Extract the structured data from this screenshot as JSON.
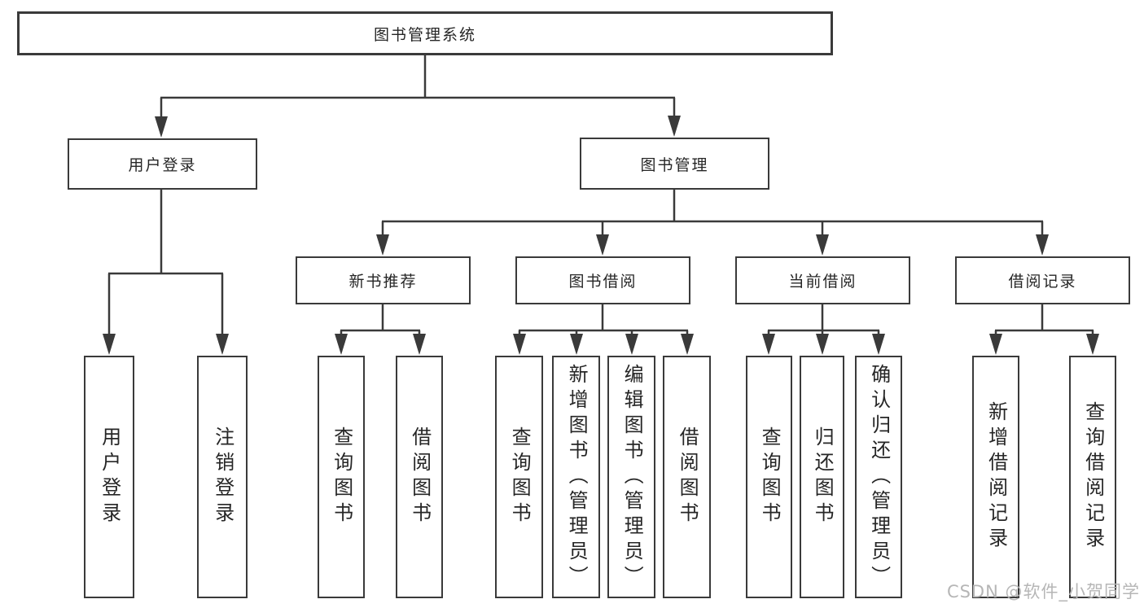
{
  "diagram": {
    "root": "图书管理系统",
    "branches": {
      "user_login": {
        "label": "用户登录",
        "children": [
          "用户登录",
          "注销登录"
        ]
      },
      "book_management": {
        "label": "图书管理",
        "sections": {
          "new_books": {
            "label": "新书推荐",
            "children": [
              "查询图书",
              "借阅图书"
            ]
          },
          "book_borrow": {
            "label": "图书借阅",
            "children": [
              "查询图书",
              "新增图书（管理员）",
              "编辑图书（管理员）",
              "借阅图书"
            ]
          },
          "current_borrow": {
            "label": "当前借阅",
            "children": [
              "查询图书",
              "归还图书",
              "确认归还（管理员）"
            ]
          },
          "borrow_records": {
            "label": "借阅记录",
            "children": [
              "新增借阅记录",
              "查询借阅记录"
            ]
          }
        }
      }
    }
  },
  "watermark": "CSDN @软件_小贺同学",
  "colors": {
    "line": "#3a3a3a",
    "text": "#262626",
    "watermark": "#b6b6b6",
    "background": "#ffffff"
  }
}
